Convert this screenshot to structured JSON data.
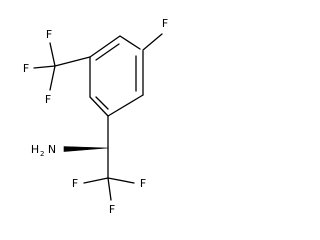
{
  "structure": {
    "atoms": {
      "f_para": "F",
      "cf3_f_top": "F",
      "cf3_f_left": "F",
      "cf3_f_bottom": "F",
      "amine_h": "H",
      "amine_h_count": "2",
      "amine_n": "N",
      "f_right": "F",
      "f_left": "F",
      "f_bottom": "F"
    },
    "stereo": "wedge"
  }
}
